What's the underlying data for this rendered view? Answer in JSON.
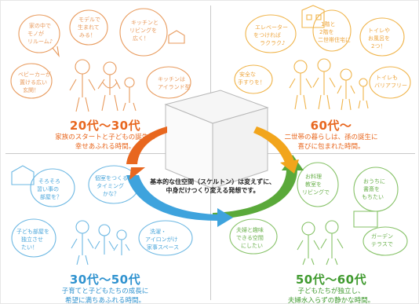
{
  "center": {
    "line1": "基本的な住空間（スケルトン）は変えずに、",
    "line2": "中身だけつくり変える発想です。"
  },
  "quadrants": [
    {
      "age": "20代〜30代",
      "desc1": "家族のスタートと子どもの誕生に",
      "desc2": "幸せあふれる時間。",
      "color": "#e8671f"
    },
    {
      "age": "60代〜",
      "desc1": "二世帯の暮らしは、孫の誕生に",
      "desc2": "喜びに包まれた時間。",
      "color": "#e8671f"
    },
    {
      "age": "30代〜50代",
      "desc1": "子育てと子どもたちの成長に",
      "desc2": "希望に満ちあふれる時間。",
      "color": "#2f92cf"
    },
    {
      "age": "50代〜60代",
      "desc1": "子どもたちが独立し、",
      "desc2": "夫婦水入らずの静かな時間。",
      "color": "#3f9a2e"
    }
  ],
  "colors": {
    "orange": "#e8671f",
    "yellow": "#f2a51c",
    "blue": "#3ea3dd",
    "green": "#5aa93a"
  }
}
